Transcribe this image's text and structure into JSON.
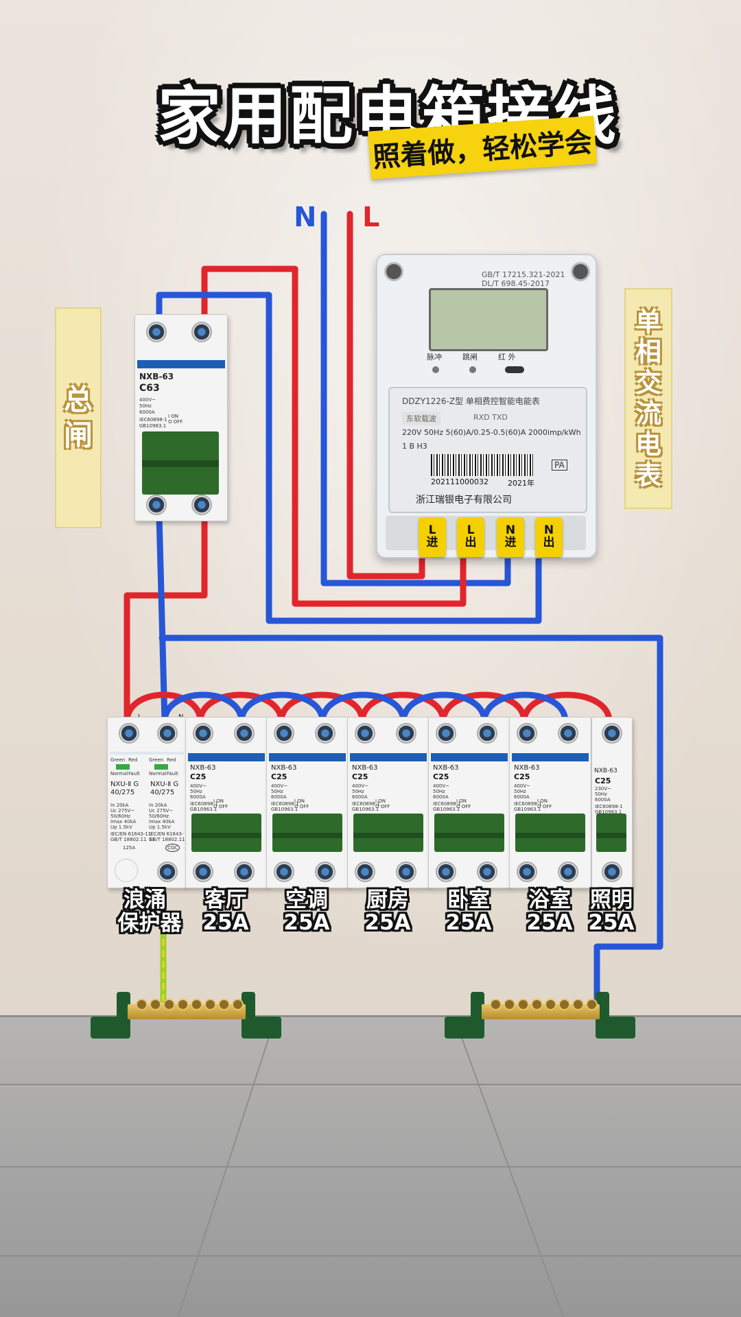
{
  "title": "家用配电箱接线",
  "subtitle": "照着做，轻松学会",
  "wire_labels": {
    "n": "N",
    "l": "L"
  },
  "colors": {
    "live": "#e0262c",
    "neutral": "#2756d6",
    "earth": "#9bcf2c",
    "label_yellow": "#f6d20f",
    "breaker_green": "#2e6b2b"
  },
  "main_switch": {
    "side_label": [
      "总",
      "闸"
    ],
    "model": "NXB-63",
    "rating": "C63",
    "specs": [
      "400V~",
      "50Hz",
      "6000A"
    ],
    "std": [
      "IEC60898-1",
      "GB10963.1"
    ],
    "onoff": [
      "I ON",
      "O OFF"
    ]
  },
  "meter": {
    "side_label": [
      "单",
      "相",
      "交",
      "流",
      "电",
      "表"
    ],
    "std_lines": [
      "GB/T 17215.321-2021",
      "DL/T 698.45-2017"
    ],
    "indicators": [
      "脉冲",
      "跳闸",
      "红 外"
    ],
    "model": "DDZY1226-Z型  单相费控智能电能表",
    "subtext": [
      "东软载波",
      "RXD  TXD"
    ],
    "spec": "220V 50Hz 5(60)A/0.25-0.5(60)A 2000imp/kWh",
    "class_line": "1  B  H3",
    "serial": "202111000032",
    "year": "2021年",
    "pa_mark": "PA",
    "manufacturer": "浙江瑞银电子有限公司",
    "terminals": [
      {
        "top": "L",
        "bottom": "进"
      },
      {
        "top": "L",
        "bottom": "出"
      },
      {
        "top": "N",
        "bottom": "进"
      },
      {
        "top": "N",
        "bottom": "出"
      }
    ]
  },
  "spd": {
    "model": "NXU-Ⅱ G",
    "rating": "40/275",
    "indicator": [
      "Green",
      "Red"
    ],
    "indicator_sub": [
      "Normal",
      "Fault"
    ],
    "specs": [
      "In 20kA",
      "Uc 275V~",
      "50/60Hz",
      "Imax 40kA",
      "Up 1.5kV"
    ],
    "std": [
      "IEC/EN 61643-11",
      "GB/T 18802.11"
    ],
    "pole_labels": [
      "L",
      "N"
    ],
    "cqc": "CQC",
    "fuse": "125A"
  },
  "branch_breaker": {
    "model": "NXB-63",
    "rating": "C25",
    "specs": [
      "400V~",
      "50Hz",
      "6000A"
    ],
    "std": [
      "IEC60898-1",
      "GB10963.1"
    ],
    "onoff": [
      "I ON",
      "O OFF"
    ]
  },
  "lighting_breaker": {
    "model": "NXB-63",
    "rating": "C25",
    "specs": [
      "230V~",
      "50Hz",
      "6000A"
    ],
    "std": [
      "IEC60898-1",
      "GB10963.1"
    ]
  },
  "circuits": [
    {
      "name": [
        "浪涌",
        "保护器"
      ]
    },
    {
      "name": [
        "客厅",
        "25A"
      ]
    },
    {
      "name": [
        "空调",
        "25A"
      ]
    },
    {
      "name": [
        "厨房",
        "25A"
      ]
    },
    {
      "name": [
        "卧室",
        "25A"
      ]
    },
    {
      "name": [
        "浴室",
        "25A"
      ]
    },
    {
      "name": [
        "照明",
        "25A"
      ]
    }
  ]
}
